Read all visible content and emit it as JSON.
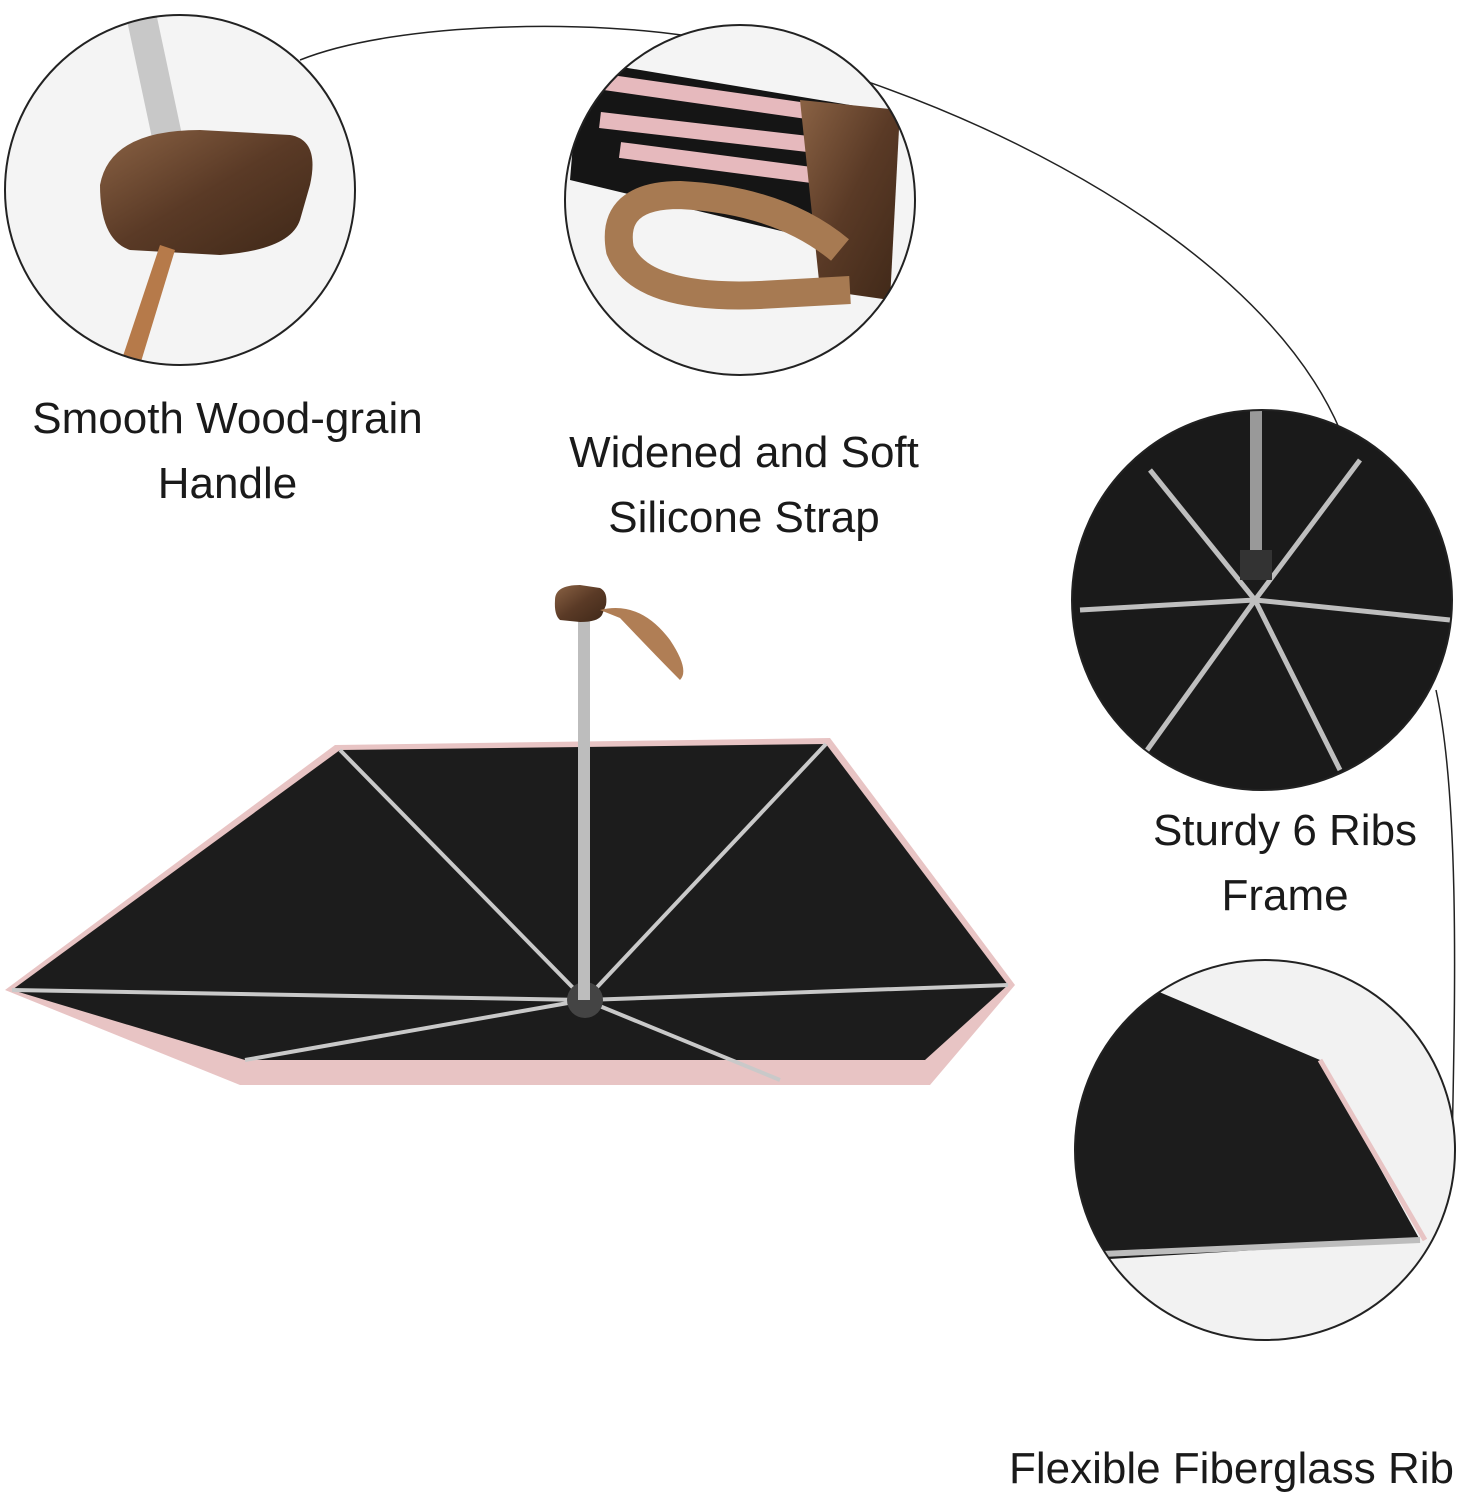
{
  "features": [
    {
      "line1": "Smooth Wood-grain",
      "line2": "Handle"
    },
    {
      "line1": "Widened and Soft",
      "line2": "Silicone Strap"
    },
    {
      "line1": "Sturdy 6 Ribs",
      "line2": "Frame"
    },
    {
      "line1": "Flexible Fiberglass Rib"
    }
  ],
  "colors": {
    "canopy": "#1c1c1c",
    "pink": "#e8c4c4",
    "wood": "#6b4a33",
    "strap": "#a77a52"
  }
}
